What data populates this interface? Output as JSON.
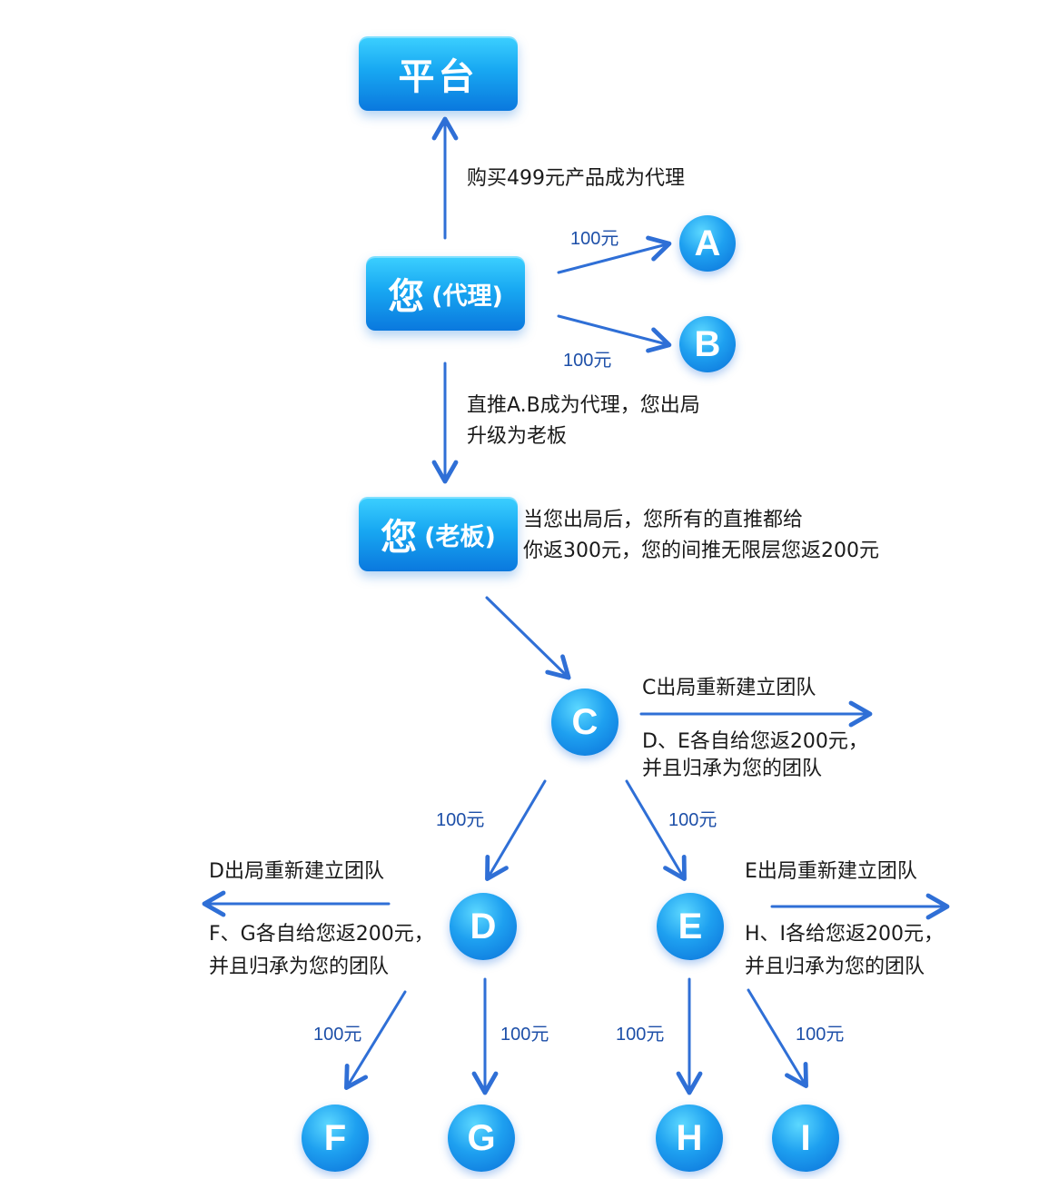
{
  "boxes": {
    "platform": {
      "main": "平台",
      "sub": ""
    },
    "agent": {
      "main": "您",
      "sub": "(代理)"
    },
    "boss": {
      "main": "您",
      "sub": "(老板)"
    }
  },
  "nodes": {
    "a": "A",
    "b": "B",
    "c": "C",
    "d": "D",
    "e": "E",
    "f": "F",
    "g": "G",
    "h": "H",
    "i": "I"
  },
  "amounts": {
    "you_a": "100元",
    "you_b": "100元",
    "c_d": "100元",
    "c_e": "100元",
    "d_f": "100元",
    "d_g": "100元",
    "e_h": "100元",
    "e_i": "100元"
  },
  "notes": {
    "buy": "购买499元产品成为代理",
    "promote_line1": "直推A.B成为代理，您出局",
    "promote_line2": "升级为老板",
    "boss_line1": "当您出局后，您所有的直推都给",
    "boss_line2": "你返300元，您的间推无限层您返200元",
    "c_out": "C出局重新建立团队",
    "c_line1": "D、E各自给您返200元，",
    "c_line2": "并且归承为您的团队",
    "d_out": "D出局重新建立团队",
    "d_line1": "F、G各自给您返200元，",
    "d_line2": "并且归承为您的团队",
    "e_out": "E出局重新建立团队",
    "e_line1": "H、I各给您返200元，",
    "e_line2": "并且归承为您的团队"
  },
  "colors": {
    "arrow": "#2f6fd6",
    "box_top": "#3cd0ff",
    "box_bottom": "#0a78de",
    "amount_text": "#1d4fa8"
  }
}
